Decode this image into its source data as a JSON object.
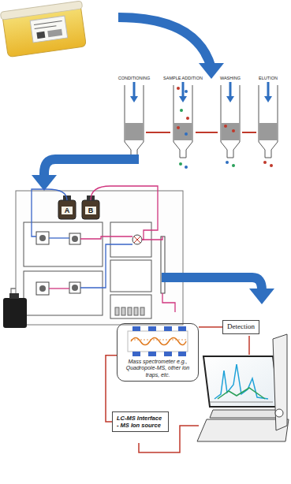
{
  "diagram": {
    "nodes": [
      {
        "text": [
          "Mass spectrometer e.g., Quadropole-MS, other ion traps, etc."
        ]
      },
      {
        "text": [
          "Detection"
        ]
      },
      {
        "text": [
          "LC-MS Interface - MS Ion source"
        ]
      }
    ],
    "edges": [
      {
        "from": 0,
        "to": 1,
        "arrow": "none"
      },
      {
        "from": 2,
        "to": 0,
        "arrow": "none"
      }
    ],
    "labels": [
      "CONDITIONING",
      "SAMPLE ADDITION",
      "WASHING",
      "ELUTION",
      "A",
      "B"
    ]
  }
}
